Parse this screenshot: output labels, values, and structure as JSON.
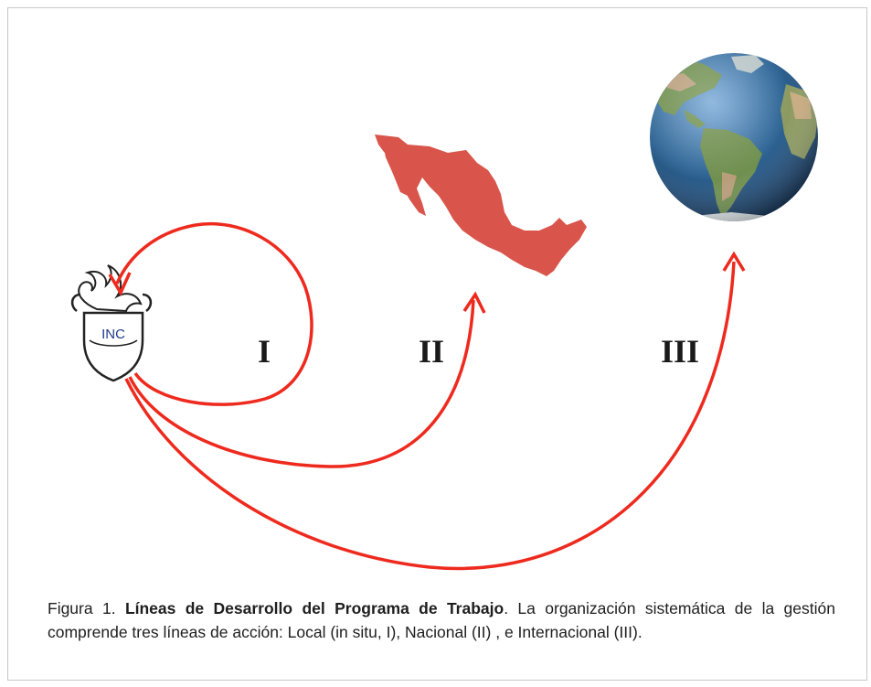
{
  "logo": {
    "text": "INC"
  },
  "labels": {
    "local": "I",
    "national": "II",
    "international": "III"
  },
  "caption": {
    "prefix": "Figura 1.",
    "title": "Líneas de Desarrollo del Programa de Trabajo",
    "body": ". La organización sistemática de la gestión comprende tres líneas de acción: Local (in situ, I), Nacional (II) , e Internacional (III)."
  },
  "colors": {
    "arrow": "#ee2a1e",
    "mexico": "#d9554b",
    "ocean": "#2c5f8f",
    "land": "#6f8f4f"
  },
  "icons": [
    "inc-logo-icon",
    "mexico-map-icon",
    "globe-icon",
    "arrow-icon"
  ]
}
